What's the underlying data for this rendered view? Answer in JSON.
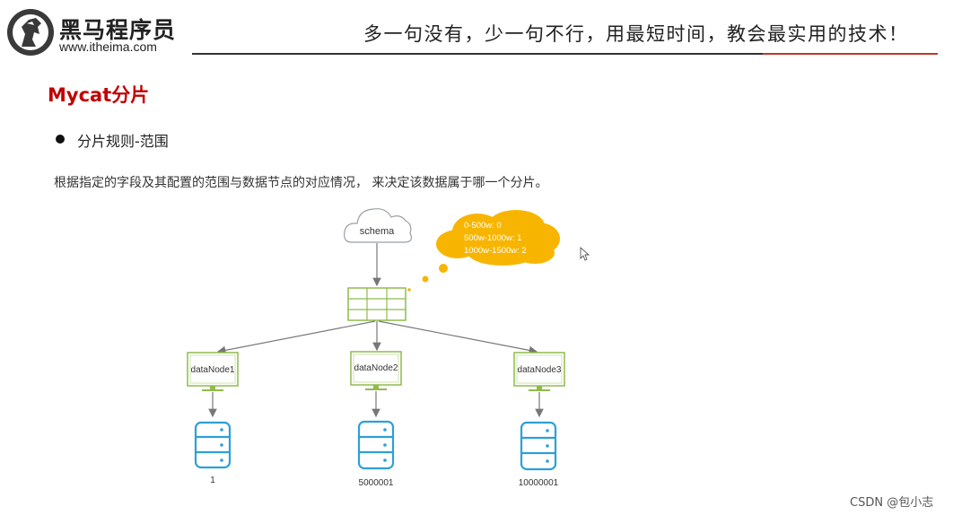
{
  "header": {
    "brand_name": "黑马程序员",
    "brand_url": "www.itheima.com",
    "slogan": "多一句没有，少一句不行，用最短时间，教会最实用的技术！"
  },
  "page_title": "Mycat分片",
  "bullet": "分片规则-范围",
  "description": "根据指定的字段及其配置的范围与数据节点的对应情况， 来决定该数据属于哪一个分片。",
  "diagram": {
    "schema_label": "schema",
    "range_rules": [
      "0-500w: 0",
      "500w-1000w: 1",
      "1000w-1500w: 2"
    ],
    "nodes": [
      {
        "label": "dataNode1",
        "start_value": "1"
      },
      {
        "label": "dataNode2",
        "start_value": "5000001"
      },
      {
        "label": "dataNode3",
        "start_value": "10000001"
      }
    ]
  },
  "watermark": "CSDN @包小志",
  "colors": {
    "title_red": "#c00000",
    "node_green": "#8fbc4a",
    "db_blue": "#2e9fd8",
    "thought_orange": "#f7b500"
  }
}
